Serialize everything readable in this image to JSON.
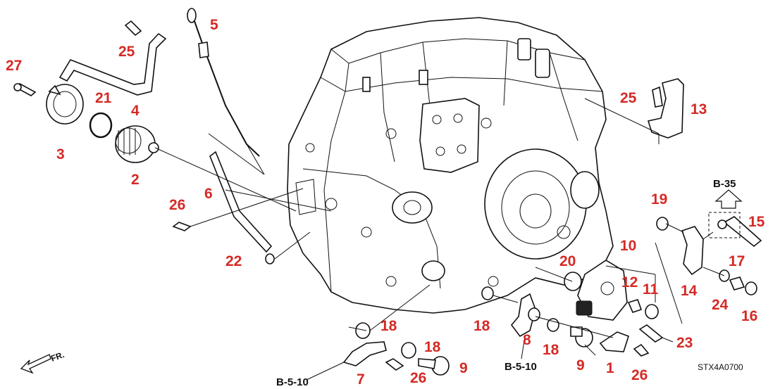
{
  "callouts": {
    "c27": "27",
    "c25a": "25",
    "c5": "5",
    "c21": "21",
    "c4": "4",
    "c3": "3",
    "c2": "2",
    "c6": "6",
    "c26a": "26",
    "c22": "22",
    "c25b": "25",
    "c13": "13",
    "c19": "19",
    "c15": "15",
    "c10": "10",
    "c20": "20",
    "c12": "12",
    "c11": "11",
    "c17": "17",
    "c14": "14",
    "c24": "24",
    "c16": "16",
    "c18a": "18",
    "c18b": "18",
    "c18c": "18",
    "c18d": "18",
    "c8": "8",
    "c9a": "9",
    "c9b": "9",
    "c1": "1",
    "c23": "23",
    "c26b": "26",
    "c26c": "26",
    "c7": "7"
  },
  "refs": {
    "b35": "B-35",
    "b510a": "B-5-10",
    "b510b": "B-5-10"
  },
  "front_label": "FR.",
  "diagram_code": "STX4A0700",
  "colors": {
    "callout": "#d42a26",
    "line": "#111111",
    "background": "#ffffff"
  }
}
